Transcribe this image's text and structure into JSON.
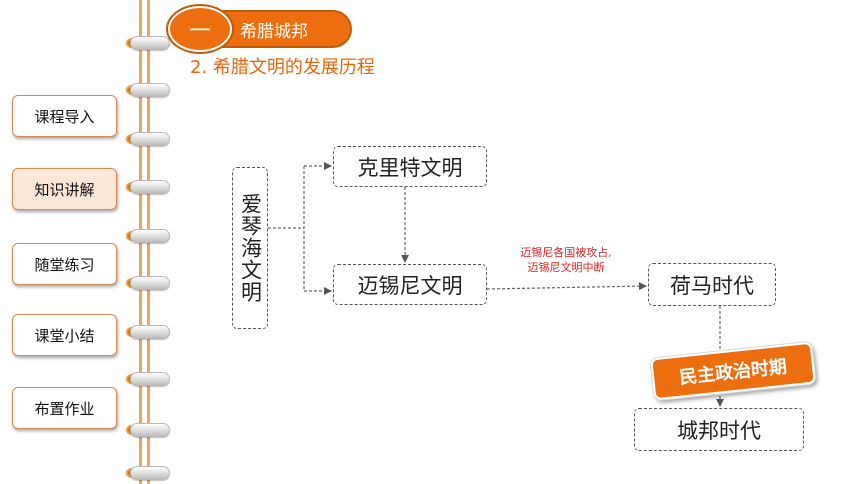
{
  "header": {
    "section_number": "一",
    "section_title": "希腊城邦",
    "subtitle": "2. 希腊文明的发展历程"
  },
  "nav": {
    "items": [
      {
        "label": "课程导入",
        "active": false
      },
      {
        "label": "知识讲解",
        "active": true
      },
      {
        "label": "随堂练习",
        "active": false
      },
      {
        "label": "课堂小结",
        "active": false
      },
      {
        "label": "布置作业",
        "active": false
      }
    ]
  },
  "diagram": {
    "root": "爱琴海文明",
    "crete": "克里特文明",
    "mycenae": "迈锡尼文明",
    "homer": "荷马时代",
    "polis": "城邦时代",
    "note_line1": "迈锡尼各国被攻占,",
    "note_line2": "迈锡尼文明中断",
    "stamp": "民主政治时期"
  },
  "colors": {
    "accent": "#ec6e0e",
    "margin_line": "#f2a25a",
    "note": "#e02020"
  }
}
